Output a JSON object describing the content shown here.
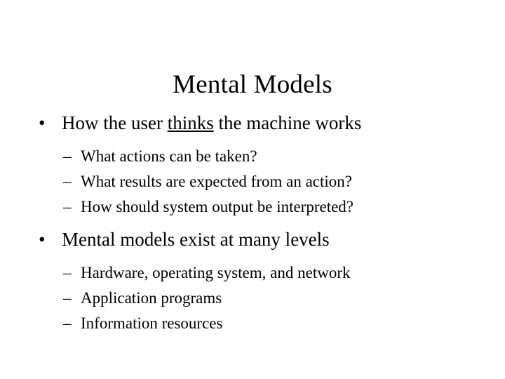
{
  "slide": {
    "title": "Mental Models",
    "background_color": "#ffffff",
    "text_color": "#000000",
    "bullet_marker_level1": "•",
    "bullet_marker_level2": "–",
    "content": [
      {
        "level": 1,
        "text_before_emphasis": "How the user ",
        "emphasis": "thinks",
        "emphasis_style": "underline",
        "text_after_emphasis": " the machine works",
        "full_text": "How the user thinks the machine works"
      },
      {
        "level": 2,
        "text": "What actions can be taken?"
      },
      {
        "level": 2,
        "text": "What results are expected from an action?"
      },
      {
        "level": 2,
        "text": "How should system output be interpreted?"
      },
      {
        "level": 1,
        "text": "Mental models exist at many levels"
      },
      {
        "level": 2,
        "text": "Hardware, operating system, and network"
      },
      {
        "level": 2,
        "text": "Application programs"
      },
      {
        "level": 2,
        "text": "Information resources"
      }
    ]
  }
}
